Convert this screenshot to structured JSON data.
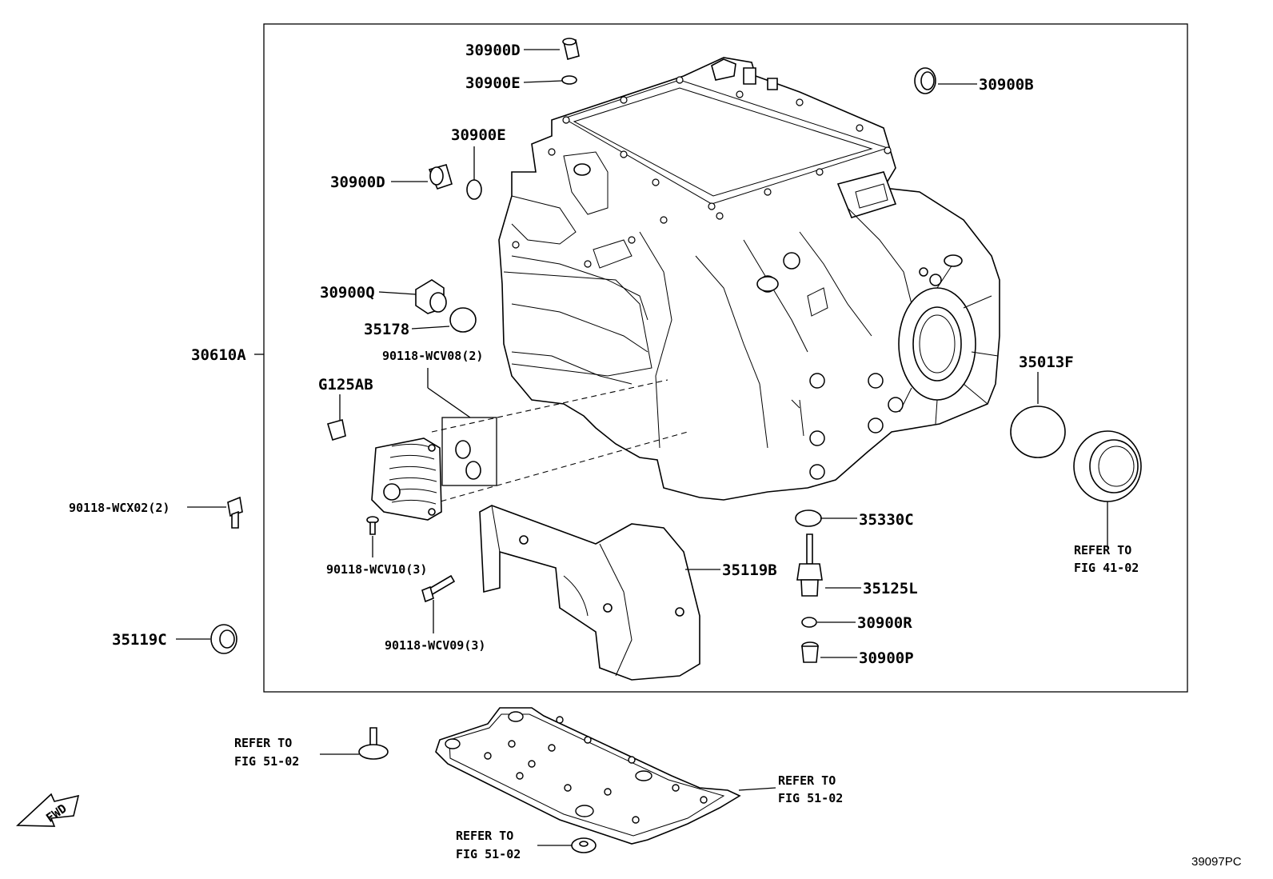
{
  "drawing_id": "39097PC",
  "fwd_label": "FWD",
  "labels": {
    "p30900D_top": "30900D",
    "p30900E_top": "30900E",
    "p30900B": "30900B",
    "p30900E_mid": "30900E",
    "p30900D_mid": "30900D",
    "p30900Q": "30900Q",
    "p35178": "35178",
    "p90118_WCV08": "90118-WCV08(2)",
    "p30610A": "30610A",
    "pG125AB": "G125AB",
    "p35013F": "35013F",
    "p90118_WCX02": "90118-WCX02(2)",
    "p35330C": "35330C",
    "p35119B": "35119B",
    "p35125L": "35125L",
    "p90118_WCV10": "90118-WCV10(3)",
    "p30900R": "30900R",
    "p30900P": "30900P",
    "p35119C": "35119C",
    "p90118_WCV09": "90118-WCV09(3)"
  },
  "refer_notes": {
    "fig41_right": {
      "line1": "REFER TO",
      "line2": "FIG 41-02"
    },
    "fig51_bolt": {
      "line1": "REFER TO",
      "line2": "FIG 51-02"
    },
    "fig51_plate": {
      "line1": "REFER TO",
      "line2": "FIG 51-02"
    },
    "fig51_washer": {
      "line1": "REFER TO",
      "line2": "FIG 51-02"
    }
  }
}
